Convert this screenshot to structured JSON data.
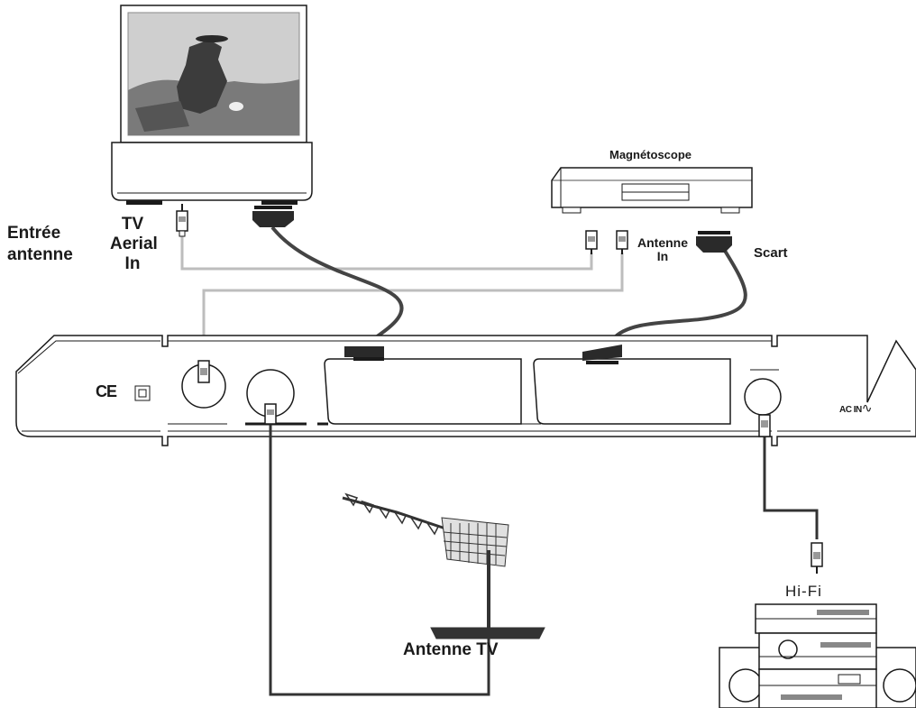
{
  "labels": {
    "tv_line1": "TV",
    "tv_line2": "Aerial",
    "tv_line3": "In",
    "entree_line1": "Entrée",
    "entree_line2": "antenne",
    "magnetoscope": "Magnétoscope",
    "antenne_in_line1": "Antenne",
    "antenne_in_line2": "In",
    "scart": "Scart",
    "hifi": "Hi-Fi",
    "antenne_tv": "Antenne TV",
    "ac_in": "AC IN",
    "ce_mark": "CE"
  },
  "colors": {
    "outline": "#1a1a1a",
    "cable_gray": "#bdbdbd",
    "cable_dark": "#333333",
    "screen_bg": "#cfcfcf"
  }
}
